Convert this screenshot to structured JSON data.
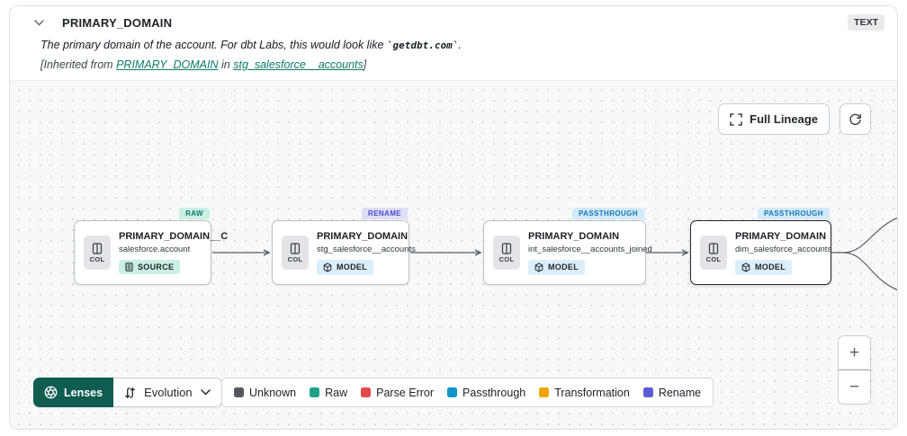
{
  "header": {
    "title": "PRIMARY_DOMAIN",
    "type_badge": "TEXT",
    "description_prefix": "The primary domain of the account. For dbt Labs, this would look like ",
    "description_code": "`getdbt.com`",
    "description_suffix": ".",
    "inherited_prefix": "[Inherited from ",
    "inherited_link_column": "PRIMARY_DOMAIN",
    "inherited_middle": " in ",
    "inherited_link_model": "stg_salesforce__accounts",
    "inherited_suffix": "]"
  },
  "toolbar": {
    "full_lineage_label": "Full Lineage"
  },
  "nodes": [
    {
      "tag": "RAW",
      "title": "PRIMARY_DOMAIN__C",
      "subtitle": "salesforce.account",
      "resource": "SOURCE",
      "col_label": "COL"
    },
    {
      "tag": "RENAME",
      "title": "PRIMARY_DOMAIN",
      "subtitle": "stg_salesforce__accounts",
      "resource": "MODEL",
      "col_label": "COL"
    },
    {
      "tag": "PASSTHROUGH",
      "title": "PRIMARY_DOMAIN",
      "subtitle": "int_salesforce__accounts_joined",
      "resource": "MODEL",
      "col_label": "COL"
    },
    {
      "tag": "PASSTHROUGH",
      "title": "PRIMARY_DOMAIN",
      "subtitle": "dim_salesforce_accounts",
      "resource": "MODEL",
      "col_label": "COL"
    }
  ],
  "controls": {
    "lenses_label": "Lenses",
    "lens_selected": "Evolution",
    "zoom_in": "+",
    "zoom_out": "−"
  },
  "legend": [
    {
      "label": "Unknown",
      "color": "#54585e"
    },
    {
      "label": "Raw",
      "color": "#1fa189"
    },
    {
      "label": "Parse Error",
      "color": "#e5484d"
    },
    {
      "label": "Passthrough",
      "color": "#1295c9"
    },
    {
      "label": "Transformation",
      "color": "#efa400"
    },
    {
      "label": "Rename",
      "color": "#5b5bd6"
    }
  ],
  "colors": {
    "lenses_button": "#0f5c50",
    "canvas_background": "#f7f8f9",
    "raw_tag": "#c9f0e3",
    "rename_tag": "#dedef8",
    "passthrough_tag": "#d2eafa"
  }
}
